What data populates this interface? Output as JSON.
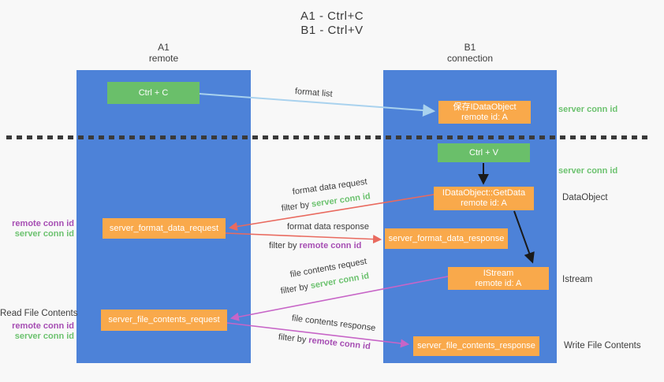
{
  "title": {
    "line1": "A1 - Ctrl+C",
    "line2": "B1 - Ctrl+V"
  },
  "columns": {
    "left": {
      "id": "A1",
      "role": "remote"
    },
    "right": {
      "id": "B1",
      "role": "connection"
    }
  },
  "nodes": {
    "ctrl_c": {
      "label": "Ctrl + C"
    },
    "ctrl_v": {
      "label": "Ctrl + V"
    },
    "save_dataobject": {
      "line1": "保存IDataObject",
      "line2": "remote id: A"
    },
    "getdata": {
      "line1": "IDataObject::GetData",
      "line2": "remote id: A"
    },
    "istream": {
      "line1": "IStream",
      "line2": "remote id: A"
    },
    "server_format_data_request": {
      "label": "server_format_data_request"
    },
    "server_format_data_response": {
      "label": "server_format_data_response"
    },
    "server_file_contents_request": {
      "label": "server_file_contents_request"
    },
    "server_file_contents_response": {
      "label": "server_file_contents_response"
    }
  },
  "edges": {
    "format_list": {
      "label": "format list"
    },
    "format_data_request": {
      "label": "format data request",
      "filter_prefix": "filter by ",
      "filter_key": "server conn id"
    },
    "format_data_response": {
      "label": "format data response",
      "filter_prefix": "filter by ",
      "filter_key": "remote conn id"
    },
    "file_contents_request": {
      "label": "file contents request",
      "filter_prefix": "filter by ",
      "filter_key": "server conn id"
    },
    "file_contents_response": {
      "label": "file contents response",
      "filter_prefix": "filter by ",
      "filter_key": "remote conn id"
    }
  },
  "side_labels": {
    "right": {
      "server_conn_id_top": "server conn id",
      "server_conn_id_mid": "server conn id",
      "dataobject": "DataObject",
      "istream": "Istream",
      "write_file_contents": "Write File Contents"
    },
    "left": {
      "remote_conn_id_1": "remote conn id",
      "server_conn_id_1": "server conn id",
      "read_file_contents": "Read File Contents",
      "remote_conn_id_2": "remote conn id",
      "server_conn_id_2": "server conn id"
    }
  },
  "colors": {
    "lane_blue": "#4d82d8",
    "action_green": "#6abf6a",
    "message_orange": "#f9a94b",
    "server_conn_id_green": "#6cc26f",
    "remote_conn_id_purple": "#a64db3",
    "format_arrow_red": "#e96a5f",
    "file_arrow_magenta": "#c765c7",
    "format_list_arrow_blue": "#a9d2ee",
    "black_arrow": "#1a1a1a"
  }
}
